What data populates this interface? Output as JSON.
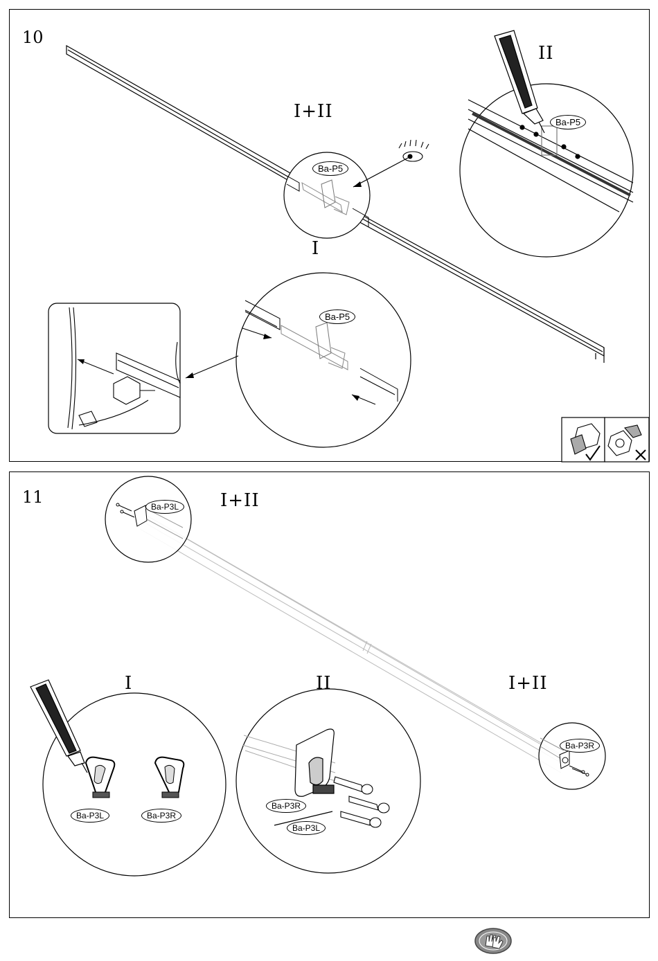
{
  "step10": {
    "number": "10",
    "labels": {
      "both": "I+II",
      "one": "I",
      "two": "II"
    },
    "part": "Ba-P5",
    "icons": [
      "eye-icon",
      "sealant-tube-icon",
      "bolt-correct-icon",
      "bolt-incorrect-icon"
    ]
  },
  "step11": {
    "number": "11",
    "labels": {
      "both_left": "I+II",
      "both_right": "I+II",
      "one": "I",
      "two": "II"
    },
    "parts": {
      "left": "Ba-P3L",
      "right": "Ba-P3R"
    },
    "icons": [
      "sealant-tube-icon",
      "screw-icon"
    ]
  },
  "footer": {
    "icon": "gloves-icon"
  }
}
